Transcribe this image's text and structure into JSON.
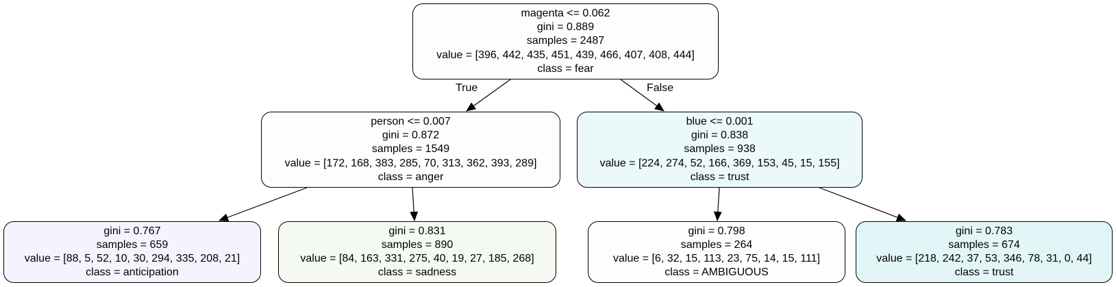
{
  "tree": {
    "edge_labels": {
      "true_label": "True",
      "false_label": "False"
    },
    "nodes": [
      {
        "id": "root",
        "split": "magenta <= 0.062",
        "gini": "gini = 0.889",
        "samples": "samples = 2487",
        "value": "value = [396, 442, 435, 451, 439, 466, 407, 408, 444]",
        "class": "class = fear",
        "fill": "#fdfdfd"
      },
      {
        "id": "left",
        "split": "person <= 0.007",
        "gini": "gini = 0.872",
        "samples": "samples = 1549",
        "value": "value = [172, 168, 383, 285, 70, 313, 362, 393, 289]",
        "class": "class = anger",
        "fill": "#fdfdfd"
      },
      {
        "id": "right",
        "split": "blue <= 0.001",
        "gini": "gini = 0.838",
        "samples": "samples = 938",
        "value": "value = [224, 274, 52, 166, 369, 153, 45, 15, 155]",
        "class": "class = trust",
        "fill": "#ecf9fa"
      },
      {
        "id": "leaf-1",
        "gini": "gini = 0.767",
        "samples": "samples = 659",
        "value": "value = [88, 5, 52, 10, 30, 294, 335, 208, 21]",
        "class": "class = anticipation",
        "fill": "#f5f3fd"
      },
      {
        "id": "leaf-2",
        "gini": "gini = 0.831",
        "samples": "samples = 890",
        "value": "value = [84, 163, 331, 275, 40, 19, 27, 185, 268]",
        "class": "class = sadness",
        "fill": "#f4f9f1"
      },
      {
        "id": "leaf-3",
        "gini": "gini = 0.798",
        "samples": "samples = 264",
        "value": "value = [6, 32, 15, 113, 23, 75, 14, 15, 111]",
        "class": "class = AMBIGUOUS",
        "fill": "#fcfefd"
      },
      {
        "id": "leaf-4",
        "gini": "gini = 0.783",
        "samples": "samples = 674",
        "value": "value = [218, 242, 37, 53, 346, 78, 31, 0, 44]",
        "class": "class = trust",
        "fill": "#e2f6f8"
      }
    ]
  }
}
